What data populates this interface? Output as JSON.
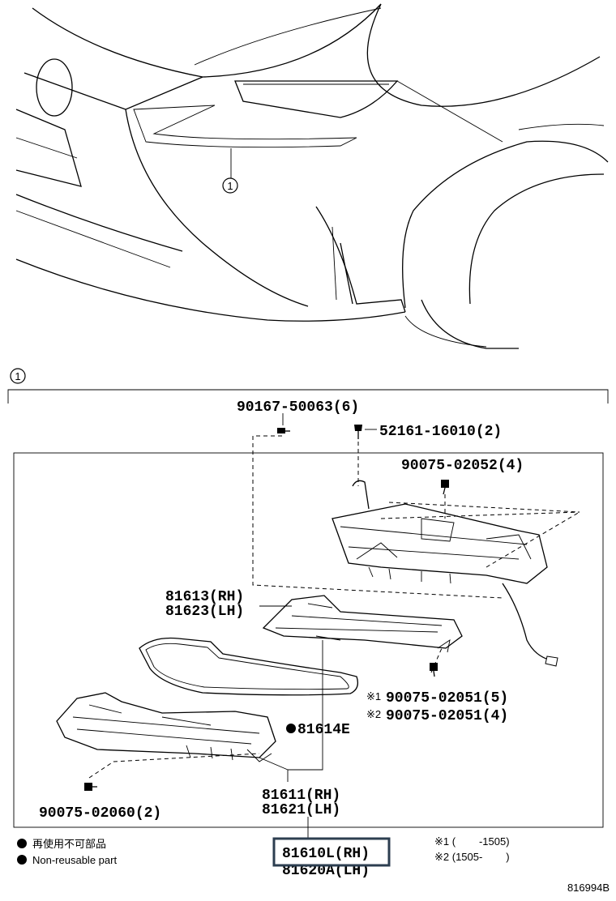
{
  "callout_ref": "1",
  "parts": {
    "p90167": "90167-50063(6)",
    "p52161": "52161-16010(2)",
    "p90075_02052": "90075-02052(4)",
    "p81613": "81613(RH)",
    "p81623": "81623(LH)",
    "p81614": "81614E",
    "mark1": "※1",
    "mark2": "※2",
    "p90075_02051_a": "90075-02051(5)",
    "p90075_02051_b": "90075-02051(4)",
    "p90075_02060": "90075-02060(2)",
    "p81611": "81611(RH)",
    "p81621": "81621(LH)",
    "p81610": "81610L(RH)",
    "p81620": "81620A(LH)"
  },
  "legend": {
    "jp": "再使用不可部品",
    "en": "Non-reusable part",
    "note1": "※1 (        -1505)",
    "note2": "※2 (1505-        )"
  },
  "diagram_id": "816994B"
}
